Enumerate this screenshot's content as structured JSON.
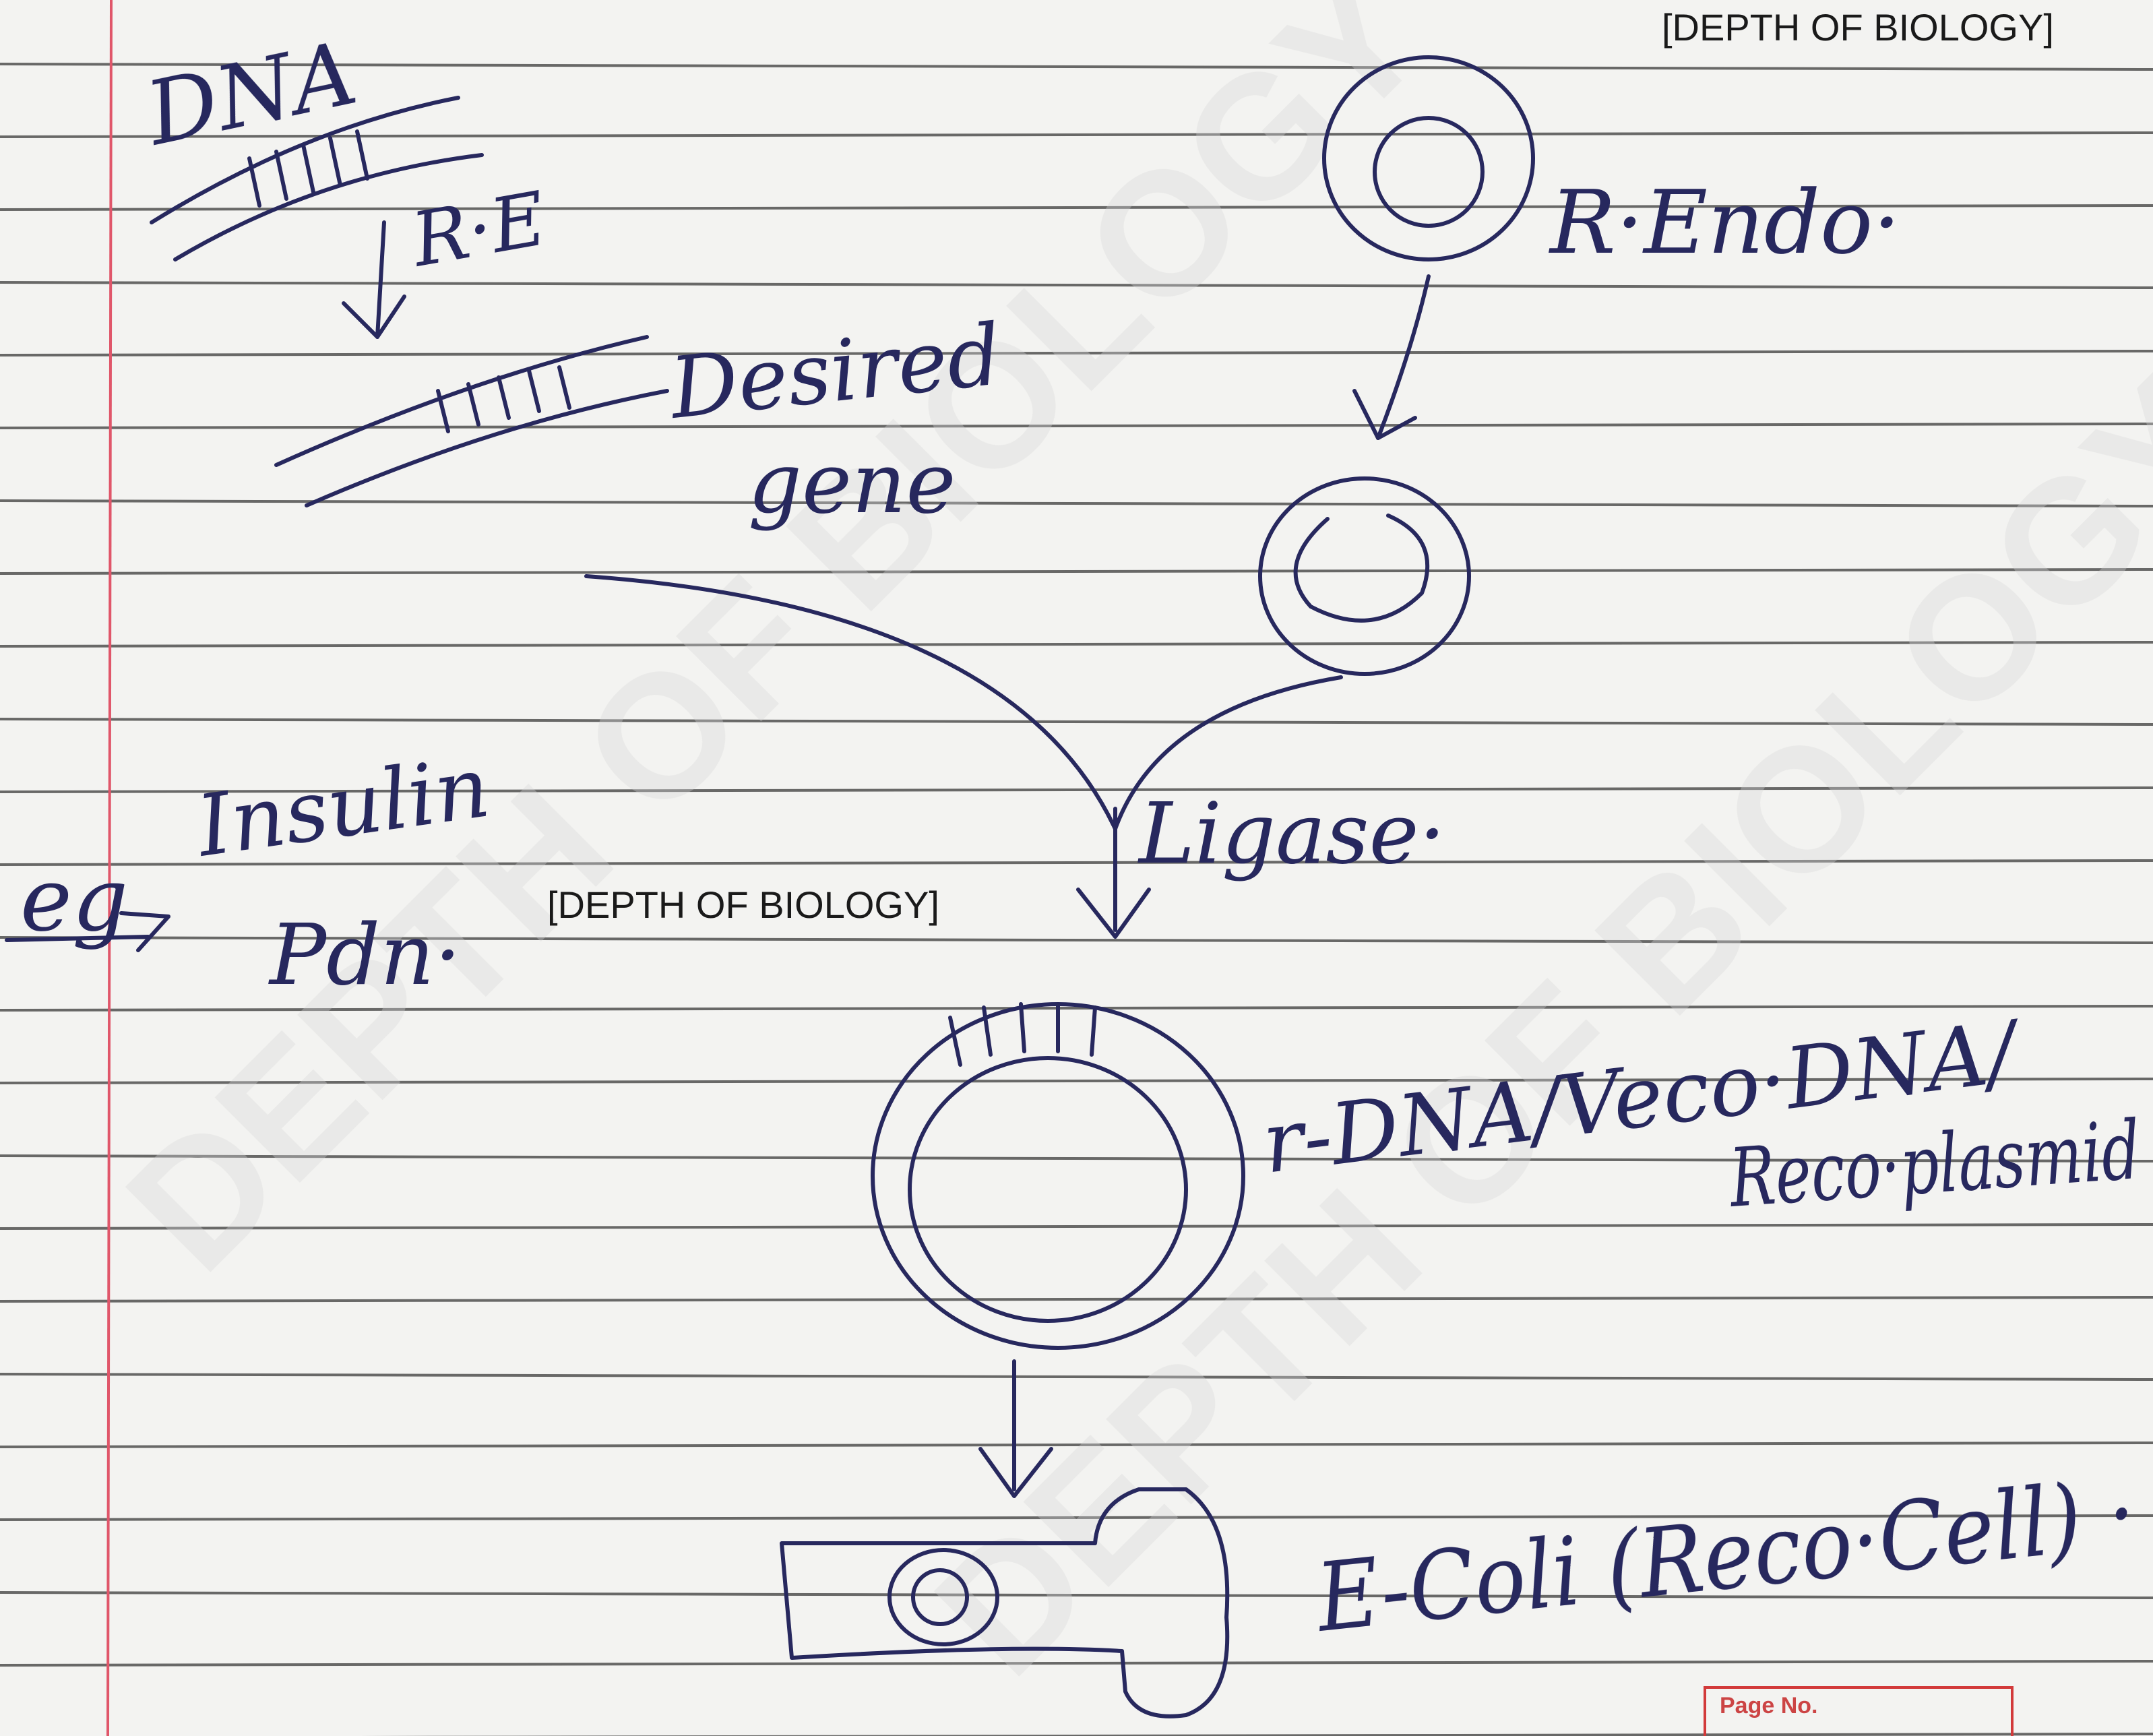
{
  "watermark_labels": {
    "top": "[DEPTH OF BIOLOGY]",
    "middle": "[DEPTH OF BIOLOGY]"
  },
  "page_stamp": {
    "text": "Page No."
  },
  "handwritten": {
    "dna": "DNA",
    "roe": "R·E",
    "r_endo": "R·Endo·",
    "desired": "Desired",
    "gene": "gene",
    "ligase": "Ligase·",
    "eg": "eg",
    "insulin": "Insulin",
    "pdn": "Pdn·",
    "r_dna": "r-DNA/Veco·DNA/",
    "reco_plasmid": "Reco·plasmid",
    "e_coli": "E-Coli (Reco·Cell) ·"
  },
  "colors": {
    "ink": "#27285e",
    "paper": "#f3f3f1",
    "rule_line": "#3a3a3a",
    "margin_line": "#e0566a",
    "stamp": "#d23a3a"
  }
}
